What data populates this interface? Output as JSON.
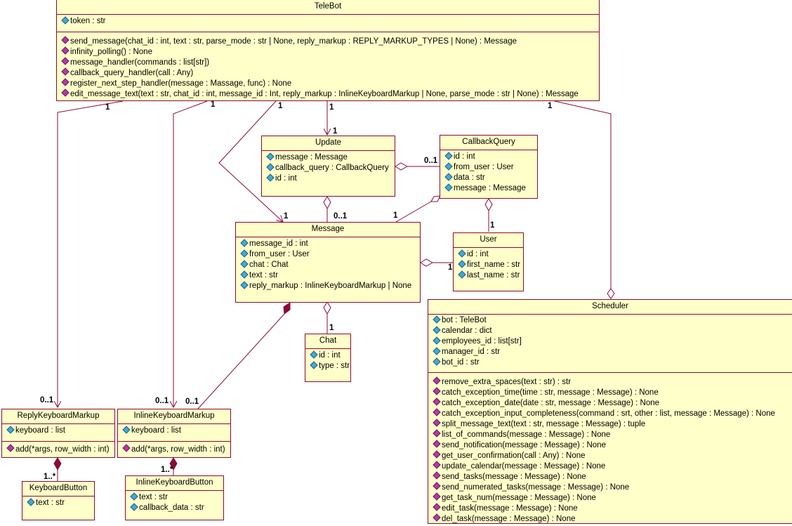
{
  "classes": {
    "telebot": {
      "name": "TeleBot",
      "attributes": [
        "token : str"
      ],
      "operations": [
        "send_message(chat_id : int, text : str, parse_mode : str | None, reply_markup : REPLY_MARKUP_TYPES | None) : Message",
        "infinity_polling() : None",
        "message_handler(commands : list[str])",
        "callback_query_handler(call : Any)",
        "register_next_step_handler(message : Massage, func) : None",
        "edit_message_text(text : str, chat_id : int, message_id : Int, reply_markup : InlineKeyboardMarkup | None, parse_mode : str | None) : Message"
      ]
    },
    "update": {
      "name": "Update",
      "attributes": [
        "message : Message",
        "callback_query : CallbackQuery",
        "id : int"
      ]
    },
    "callbackquery": {
      "name": "CallbackQuery",
      "attributes": [
        "id : int",
        "from_user : User",
        "data : str",
        "message : Message"
      ]
    },
    "message": {
      "name": "Message",
      "attributes": [
        "message_id : int",
        "from_user : User",
        "chat : Chat",
        "text : str",
        "reply_markup : InlineKeyboardMarkup | None"
      ]
    },
    "user": {
      "name": "User",
      "attributes": [
        "id : int",
        "first_name : str",
        "last_name : str"
      ]
    },
    "chat": {
      "name": "Chat",
      "attributes": [
        "id : int",
        "type : str"
      ]
    },
    "scheduler": {
      "name": "Scheduler",
      "attributes": [
        "bot : TeleBot",
        "calendar : dict",
        "employees_id : list[str]",
        "manager_id : str",
        "bot_id : str"
      ],
      "operations": [
        "remove_extra_spaces(text : str) : str",
        "catch_exception_time(time : str, message : Message) : None",
        "catch_exception_date(date : str, message : Message) : None",
        "catch_exception_input_completeness(command : srt, other : list, message : Message) : None",
        "split_message_text(text : str, message : Message) : tuple",
        "list_of_commands(message : Message) : None",
        "send_notification(message : Message) : None",
        "get_user_confirmation(call : Any) : None",
        "update_calendar(message : Message) : None",
        "send_tasks(message : Message) : None",
        "send_numerated_tasks(message : Message) : None",
        "get_task_num(message : Message) : None",
        "edit_task(message : Message) : None",
        "del_task(message : Message) : None"
      ]
    },
    "replykeyboardmarkup": {
      "name": "ReplyKeyboardMarkup",
      "attributes": [
        "keyboard : list"
      ],
      "operations": [
        "add(*args, row_width : int)"
      ]
    },
    "inlinekeyboardmarkup": {
      "name": "InlineKeyboardMarkup",
      "attributes": [
        "keyboard : list"
      ],
      "operations": [
        "add(*args, row_width : int)"
      ]
    },
    "keyboardbutton": {
      "name": "KeyboardButton",
      "attributes": [
        "text : str"
      ]
    },
    "inlinekeyboardbutton": {
      "name": "InlineKeyboardButton",
      "attributes": [
        "text : str",
        "callback_data : str"
      ]
    }
  },
  "multiplicities": {
    "tb_reply": "1",
    "reply_end": "0..1",
    "tb_inline": "1",
    "inline_end": "0..1",
    "tb_message": "1",
    "message_end": "1",
    "tb_update": "1",
    "update_end": "1",
    "tb_scheduler": "1",
    "update_cb": "0..1",
    "update_msg": "0..1",
    "cb_msg": "1",
    "cb_user": "1",
    "msg_user": "1",
    "msg_chat": "1",
    "msg_inline": "0..1",
    "reply_button": "1..*",
    "inline_button": "1..*"
  },
  "colors": {
    "class_fill": "#ffffc9",
    "line": "#8b0a36",
    "attribute_icon": "#43a9d6",
    "operation_icon": "#b43aa3"
  }
}
